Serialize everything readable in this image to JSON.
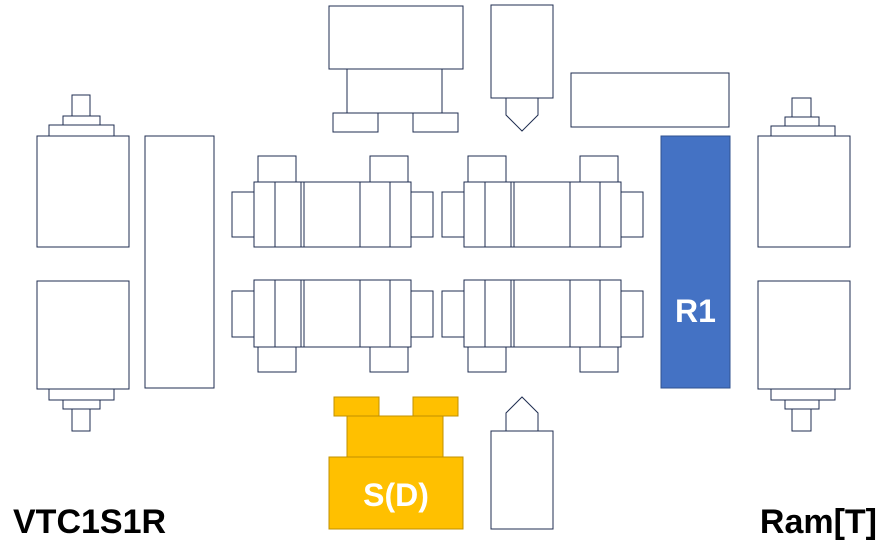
{
  "labels": {
    "left_title": "VTC1S1R",
    "right_title": "Ram[T]",
    "highlight_blue": "R1",
    "highlight_yellow": "S(D)"
  },
  "colors": {
    "outline": "#1F2D50",
    "highlight_blue": "#4472C4",
    "highlight_blue_edge": "#2F528F",
    "highlight_yellow": "#FFC000",
    "highlight_yellow_edge": "#C09000"
  }
}
